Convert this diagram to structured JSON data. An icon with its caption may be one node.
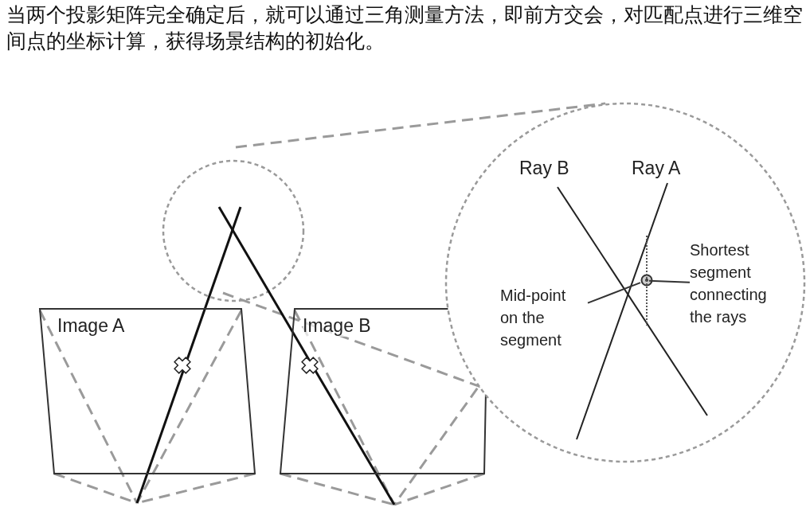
{
  "diagram": {
    "nodes": [
      {
        "text": [
          "Image A"
        ]
      },
      {
        "text": [
          "Image B"
        ]
      },
      {
        "text": [
          "Mid-point on the segment"
        ]
      },
      {
        "text": [],
        "shape": "circle"
      },
      {
        "text": [
          "Shortest segment connecting the rays"
        ]
      },
      {
        "text": [],
        "shape": "line"
      }
    ],
    "edges": [
      {
        "from": 2,
        "to": 3,
        "arrow": "none"
      },
      {
        "from": 4,
        "to": 5,
        "arrow": "none"
      }
    ],
    "labels": [
      "当两个投影矩阵完全确定后，就可以通过三角测量方法，即前方交会，对匹配点进行三维空间点的坐标计算，获得场景结构的初始化。",
      "Ray B",
      "Ray A"
    ]
  }
}
